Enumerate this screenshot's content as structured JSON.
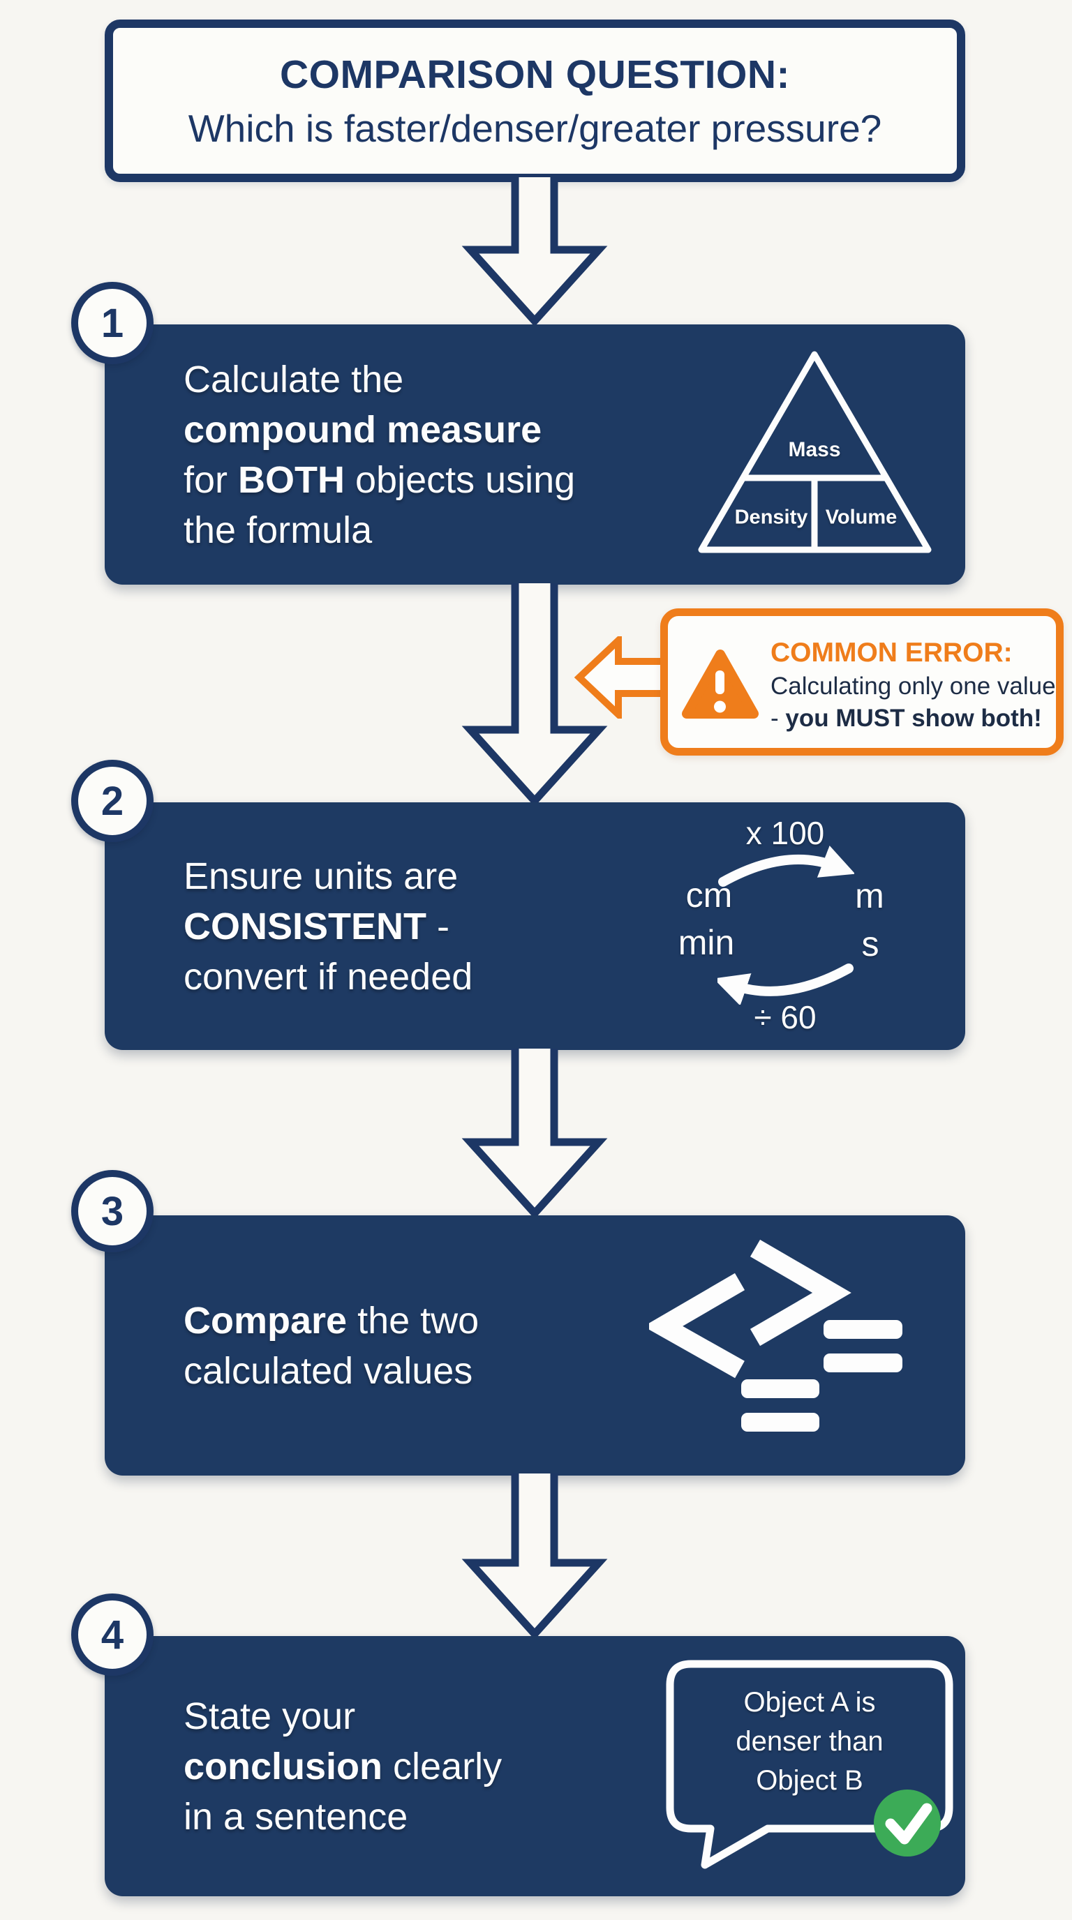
{
  "colors": {
    "navy": "#1e3a63",
    "navy_border": "#1d3765",
    "orange": "#ef7d1b",
    "green": "#3cab57",
    "paper": "#f7f6f2",
    "ink_dark": "#1d2c45"
  },
  "header": {
    "title": "COMPARISON QUESTION:",
    "subtitle": "Which is faster/denser/greater pressure?"
  },
  "steps": [
    {
      "number": "1",
      "line1": "Calculate the",
      "line2_bold": "compound measure",
      "line3_pre": "for ",
      "line3_bold": "BOTH",
      "line3_post": " objects using",
      "line4": "the formula"
    },
    {
      "number": "2",
      "line1": "Ensure units are",
      "line2_bold": "CONSISTENT",
      "line2_post": " -",
      "line3": "convert if needed"
    },
    {
      "number": "3",
      "line1_bold": "Compare",
      "line1_post": " the two",
      "line2": "calculated values"
    },
    {
      "number": "4",
      "line1": "State your",
      "line2_bold": "conclusion",
      "line2_post": " clearly",
      "line3": "in a sentence"
    }
  ],
  "formula_triangle": {
    "top": "Mass",
    "bottom_left": "Density",
    "bottom_right": "Volume"
  },
  "unit_conversion": {
    "multiply_label": "x 100",
    "top_left": "cm",
    "top_right": "m",
    "bottom_left": "min",
    "bottom_right": "s",
    "divide_label": "÷ 60"
  },
  "error_callout": {
    "title": "COMMON ERROR:",
    "line1": "Calculating only one value",
    "line2_pre": "- ",
    "line2_bold": "you MUST show both!"
  },
  "speech_bubble": {
    "line1": "Object A is",
    "line2": "denser than",
    "line3": "Object B"
  }
}
